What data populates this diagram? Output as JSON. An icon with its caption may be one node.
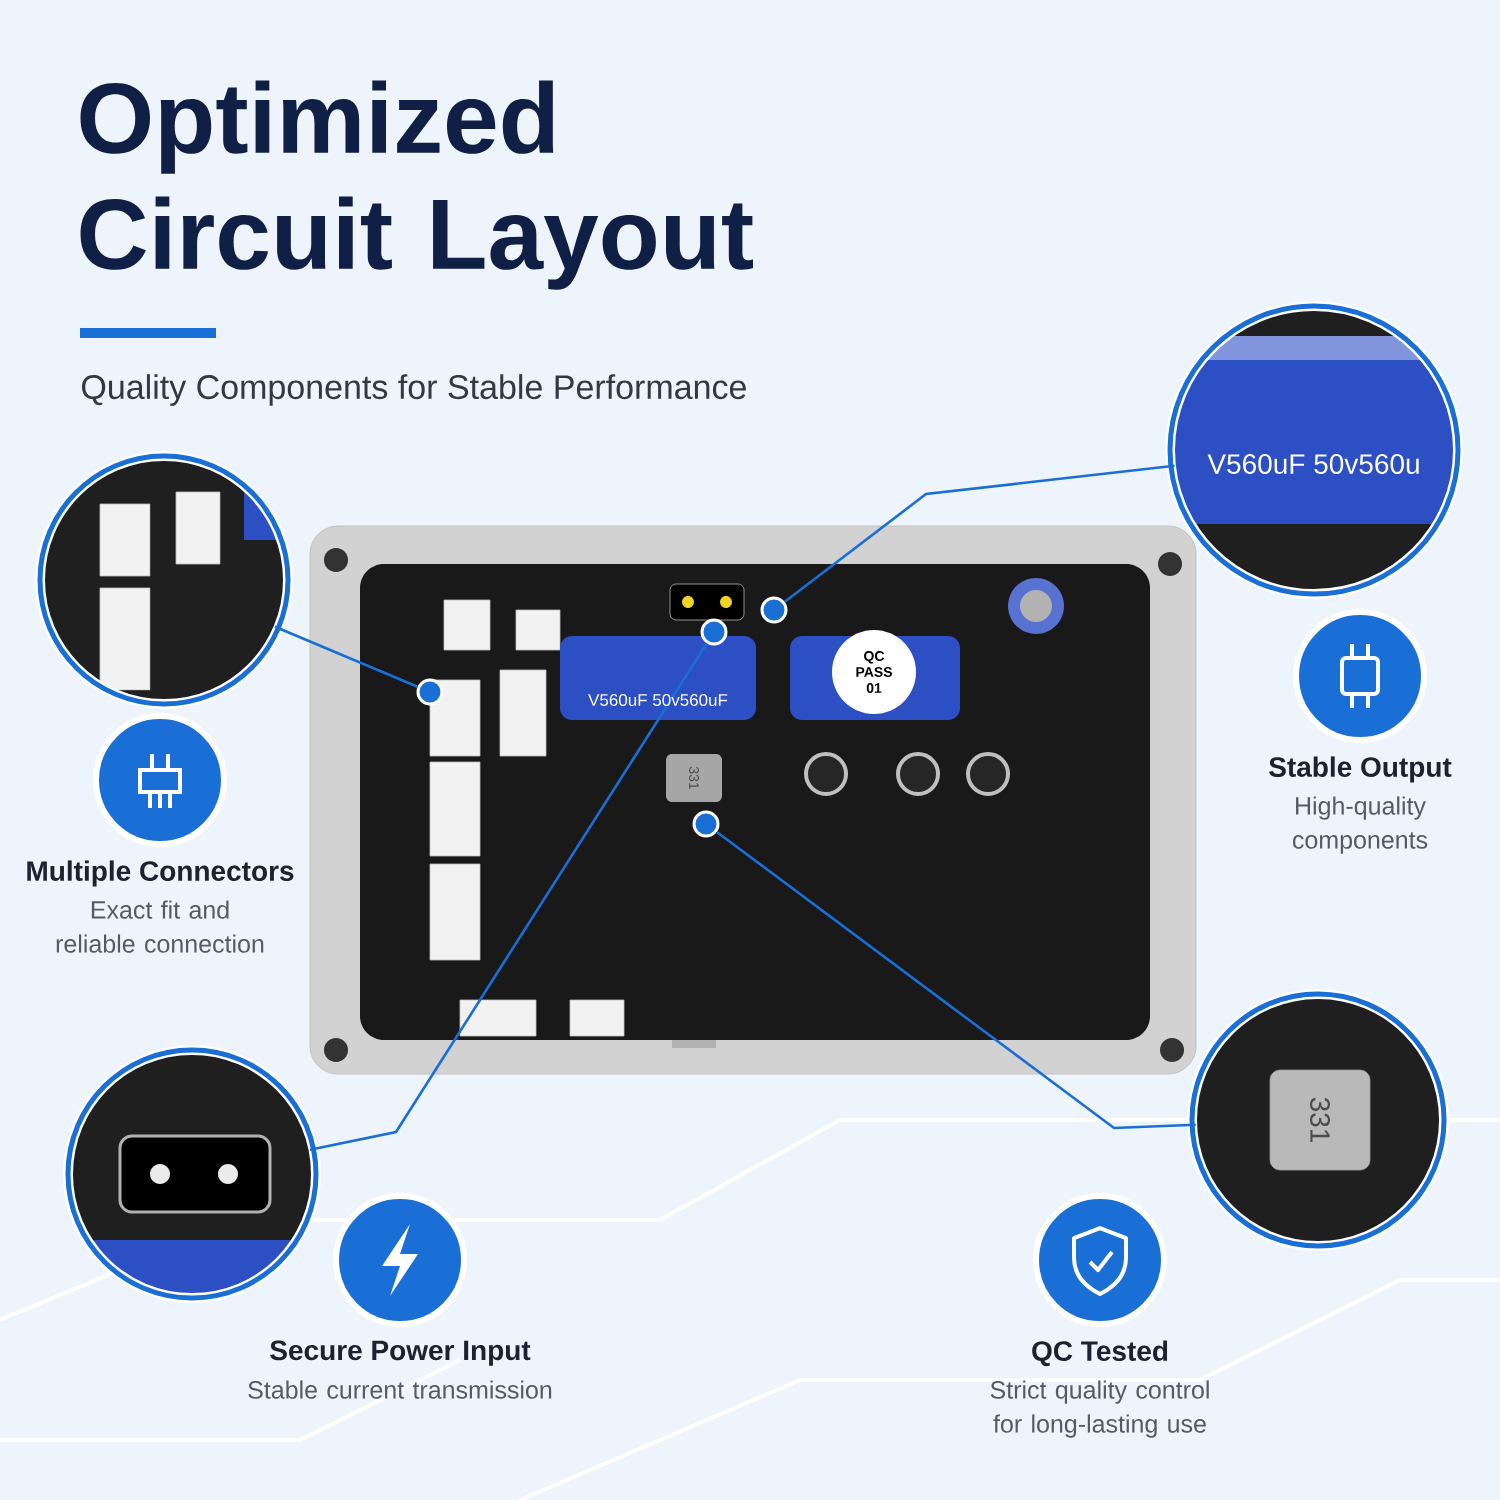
{
  "diagram": {
    "title": "Optimized Circuit Layout",
    "nodes": [
      {
        "text": [],
        "shape": "picture"
      },
      {
        "text": [],
        "shape": "circle",
        "in": 0
      },
      {
        "text": [],
        "shape": "circle",
        "in": 0
      },
      {
        "text": [],
        "shape": "circle",
        "in": 0
      },
      {
        "text": [],
        "shape": "circle",
        "in": 0
      },
      {
        "text": [],
        "shape": "picture"
      },
      {
        "text": [],
        "shape": "picture"
      },
      {
        "text": [],
        "shape": "picture"
      },
      {
        "text": [],
        "shape": "picture"
      },
      {
        "text": [
          "Multiple Connectors",
          "Exact fit and reliable connection"
        ]
      },
      {
        "text": [
          "Stable Output",
          "High-quality components"
        ]
      },
      {
        "text": [
          "Secure Power Input",
          "Stable current transmission"
        ]
      },
      {
        "text": [
          "QC Tested",
          "Strict quality control for long-lasting use"
        ]
      }
    ],
    "edges": [
      {
        "from": 5,
        "to": 1,
        "arrow": "none"
      },
      {
        "from": 6,
        "to": 2,
        "arrow": "none"
      },
      {
        "from": 7,
        "to": 3,
        "arrow": "none"
      },
      {
        "from": 8,
        "to": 4,
        "arrow": "none"
      }
    ],
    "labels": [
      "Quality Components for Stable Performance",
      "V560uF 50v560uF",
      "QC PASS 01",
      "331",
      "V560uF 50v560u",
      "331"
    ]
  }
}
